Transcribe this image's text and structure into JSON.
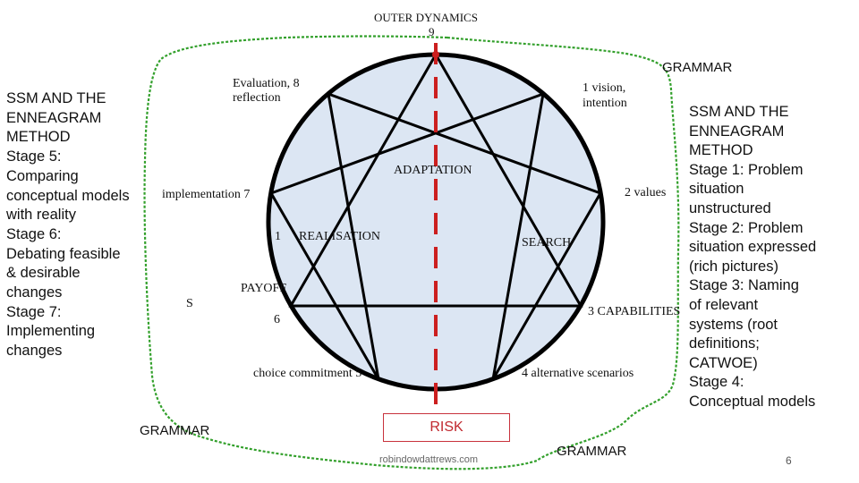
{
  "slide": {
    "outer_dynamics": "OUTER DYNAMICS",
    "grammar_top_right": "GRAMMAR",
    "grammar_bottom_left": "GRAMMAR",
    "grammar_bottom_center": "GRAMMAR",
    "left_text": [
      "SSM AND THE",
      "ENNEAGRAM",
      "METHOD",
      "Stage 5:",
      "Comparing",
      "conceptual models",
      "with reality",
      "Stage 6:",
      "Debating feasible",
      "& desirable",
      "changes",
      "Stage 7:",
      "Implementing",
      "changes"
    ],
    "right_text": [
      "SSM AND THE",
      "ENNEAGRAM",
      "METHOD",
      "Stage 1:  Problem",
      "situation",
      "unstructured",
      "Stage 2:  Problem",
      "situation expressed",
      "(rich pictures)",
      "Stage 3:  Naming",
      "of relevant",
      "systems (root",
      "definitions;",
      "CATWOE)",
      "Stage 4:",
      "Conceptual models"
    ],
    "point_labels": {
      "p9": "9",
      "p8": "Evaluation, 8",
      "p8b": "reflection",
      "p1": "1  vision,",
      "p1b": "intention",
      "p7": "implementation  7",
      "p2": "2  values",
      "p6": "6",
      "p3": "3 CAPABILITIES",
      "p5": "choice commitment  5",
      "p4": "4 alternative scenarios"
    },
    "inner_labels": {
      "adaptation": "ADAPTATION",
      "realisation": "REALISATION",
      "search": "SEARCH",
      "payoff": "PAYOFF",
      "s": "S",
      "one": "1"
    },
    "risk": "RISK",
    "source": "robindowdattrews.com",
    "page_number": "6"
  },
  "colors": {
    "circle_fill": "#dce6f3",
    "line": "#000000",
    "risk_line": "#cc1f1f",
    "risk_text": "#c0282e",
    "outer_curve": "#33a02c"
  }
}
